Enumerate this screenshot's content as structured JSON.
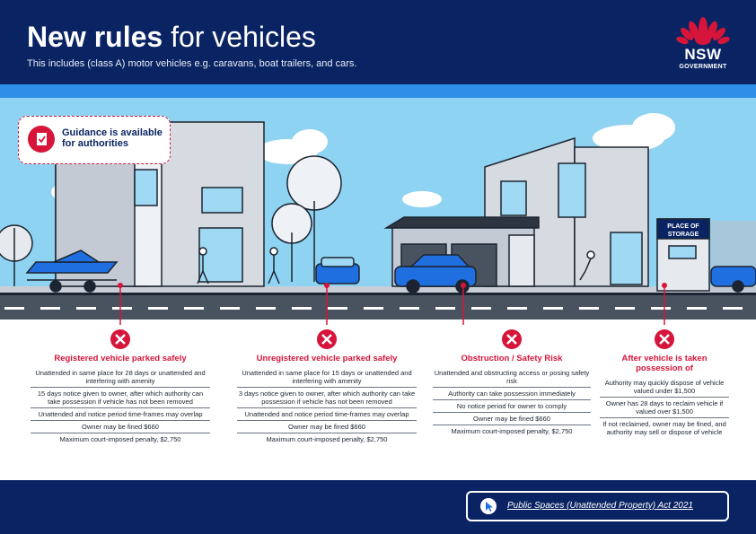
{
  "header": {
    "title_bold": "New rules",
    "title_rest": "for vehicles",
    "subtitle": "This includes (class A) motor vehicles e.g. caravans, boat trailers, and cars."
  },
  "logo": {
    "name": "NSW",
    "sub": "GOVERNMENT"
  },
  "guidance": {
    "label": "Guidance is available for authorities",
    "icon": "document-check-icon"
  },
  "storage_sign": {
    "line1": "PLACE OF",
    "line2": "STORAGE"
  },
  "rules": [
    {
      "title": "Registered vehicle parked safely",
      "lines": [
        "Unattended in same place for 28 days or unattended and interfering with amenity",
        "15 days notice given to owner, after which authority can take possession if vehicle has not been removed",
        "Unattended and notice period time-frames may overlap",
        "Owner may be fined $660",
        "Maximum court-imposed penalty, $2,750"
      ]
    },
    {
      "title": "Unregistered vehicle parked safely",
      "lines": [
        "Unattended in same place for 15 days or unattended and interfering with amenity",
        "3 days notice given to owner, after which authority can take possession if vehicle has not been removed",
        "Unattended and notice period time-frames may overlap",
        "Owner may be fined $660",
        "Maximum court-imposed penalty, $2,750"
      ]
    },
    {
      "title": "Obstruction / Safety Risk",
      "lines": [
        "Unattended and obstructing access or posing safety risk",
        "Authority can take possession immediately",
        "No notice period for owner to comply",
        "Owner may be fined $660",
        "Maximum court-imposed penalty, $2,750"
      ]
    },
    {
      "title": "After vehicle is taken possession of",
      "lines": [
        "Authority may quickly dispose of vehicle valued under $1,500",
        "Owner has 28 days to reclaim vehicle if valued over $1,500",
        "If not reclaimed, owner may be fined, and authority may sell or dispose of vehicle"
      ]
    }
  ],
  "footer": {
    "act_link": "Public Spaces (Unattended Property) Act 2021",
    "act_icon": "cursor-click-icon"
  },
  "colors": {
    "navy": "#0a2463",
    "red": "#d7153a",
    "sky": "#8fd3f2",
    "car_blue": "#1f6fe0"
  }
}
